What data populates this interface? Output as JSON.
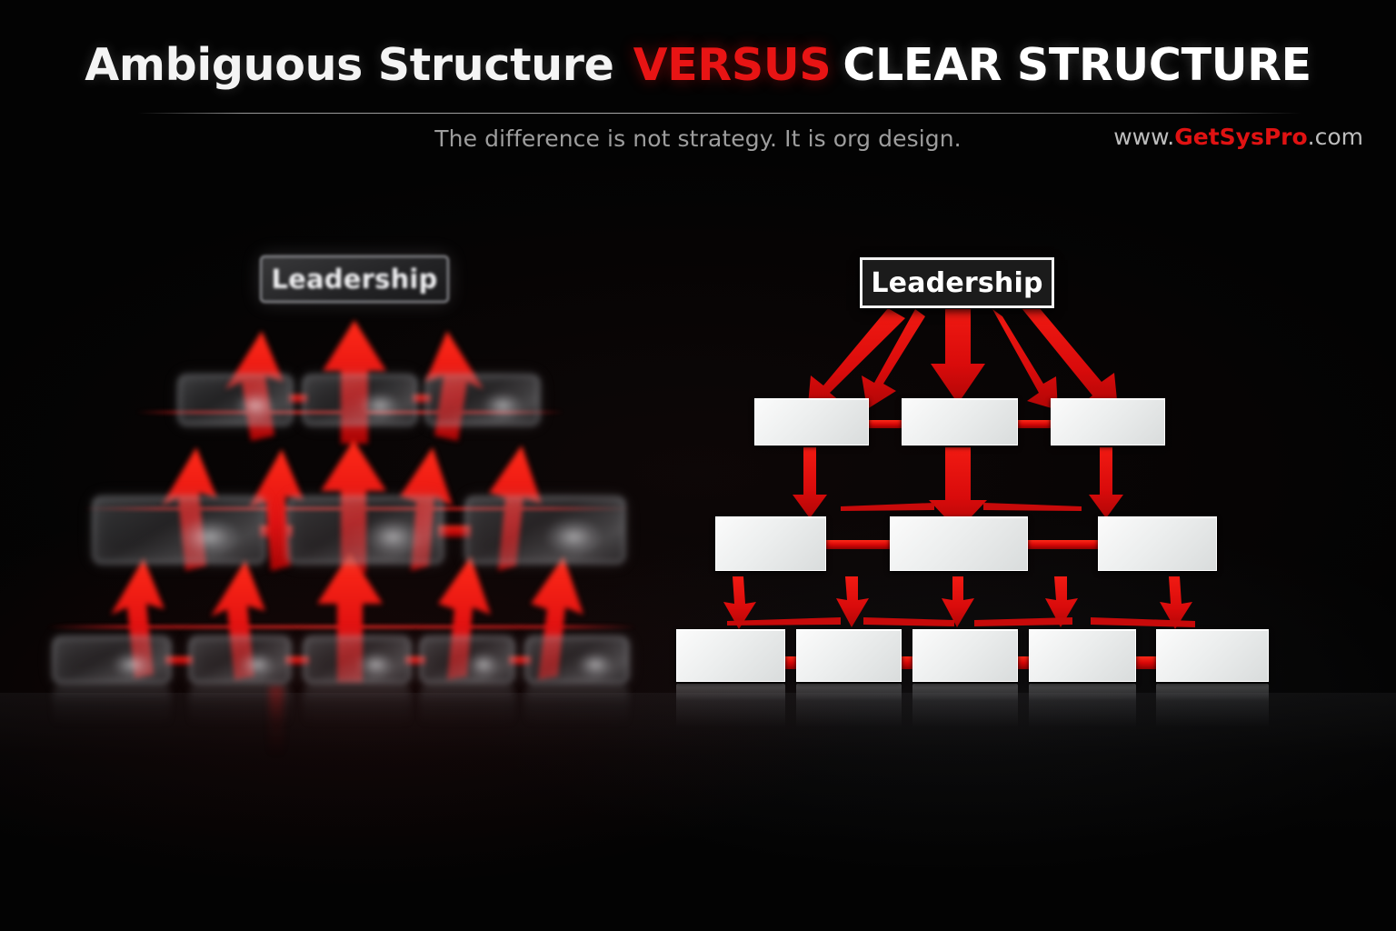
{
  "header": {
    "title_ambiguous": "Ambiguous Structure",
    "title_versus": "VERSUS",
    "title_clear": "CLEAR STRUCTURE",
    "subtitle": "The difference is not strategy. It is org design.",
    "brand_prefix": "www.",
    "brand_name": "GetSysPro",
    "brand_suffix": ".com"
  },
  "colors": {
    "accent_red": "#e01212",
    "background": "#030303",
    "node_light": "#eceeee",
    "title_white": "#f4f4f4",
    "subtitle_gray": "#9d9d9d"
  },
  "left_panel": {
    "name": "ambiguous-structure-diagram",
    "style": "blurred-translucent",
    "arrow_direction": "upward",
    "leadership_label": "Leadership",
    "tiers": [
      {
        "name": "tier-leadership",
        "count": 1
      },
      {
        "name": "tier-2",
        "count": 3
      },
      {
        "name": "tier-3",
        "count": 3
      },
      {
        "name": "tier-4",
        "count": 5
      }
    ],
    "arrow_groups": [
      {
        "name": "tier2-to-leadership",
        "count": 3
      },
      {
        "name": "tier3-to-tier2",
        "count": 5
      },
      {
        "name": "tier4-to-tier3",
        "count": 5
      }
    ]
  },
  "right_panel": {
    "name": "clear-structure-diagram",
    "style": "crisp-solid",
    "arrow_direction": "downward",
    "leadership_label": "Leadership",
    "tiers": [
      {
        "name": "tier-leadership",
        "count": 1
      },
      {
        "name": "tier-2",
        "count": 3
      },
      {
        "name": "tier-3",
        "count": 3
      },
      {
        "name": "tier-4",
        "count": 5
      }
    ],
    "arrow_groups": [
      {
        "name": "leadership-to-tier2",
        "count": 5
      },
      {
        "name": "tier2-to-tier3",
        "count": 3
      },
      {
        "name": "tier3-to-tier4",
        "count": 5
      }
    ]
  }
}
